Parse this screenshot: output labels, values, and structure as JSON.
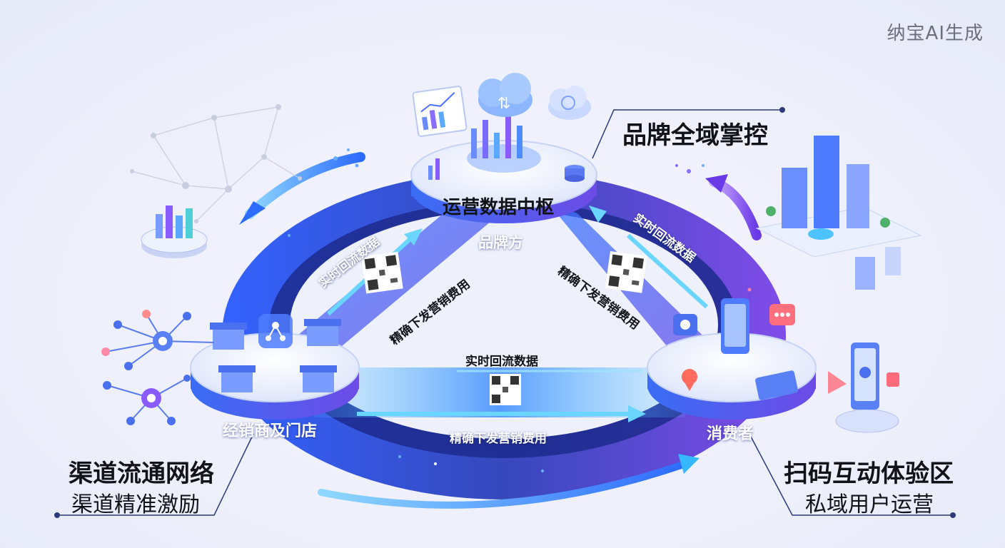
{
  "watermark": "纳宝AI生成",
  "hub": {
    "title": "运营数据中枢",
    "role": "品牌方"
  },
  "nodes": {
    "dealer": "经销商及门店",
    "consumer": "消费者"
  },
  "flows": {
    "left_up": "实时回流数据",
    "left_down": "精确下发营销费用",
    "right_up": "实时回流数据",
    "right_down": "精确下发营销费用",
    "bottom_up": "实时回流数据",
    "bottom_down": "精确下发营销费用"
  },
  "corners": {
    "top_right": {
      "title": "品牌全域掌控"
    },
    "bottom_left": {
      "title": "渠道流通网络",
      "subtitle": "渠道精准激励"
    },
    "bottom_right": {
      "title": "扫码互动体验区",
      "subtitle": "私域用户运营"
    }
  },
  "colors": {
    "primary_blue": "#2f6bff",
    "violet": "#7a4df0",
    "cyan": "#35d0ff",
    "deep_navy": "#1b2a7a"
  }
}
